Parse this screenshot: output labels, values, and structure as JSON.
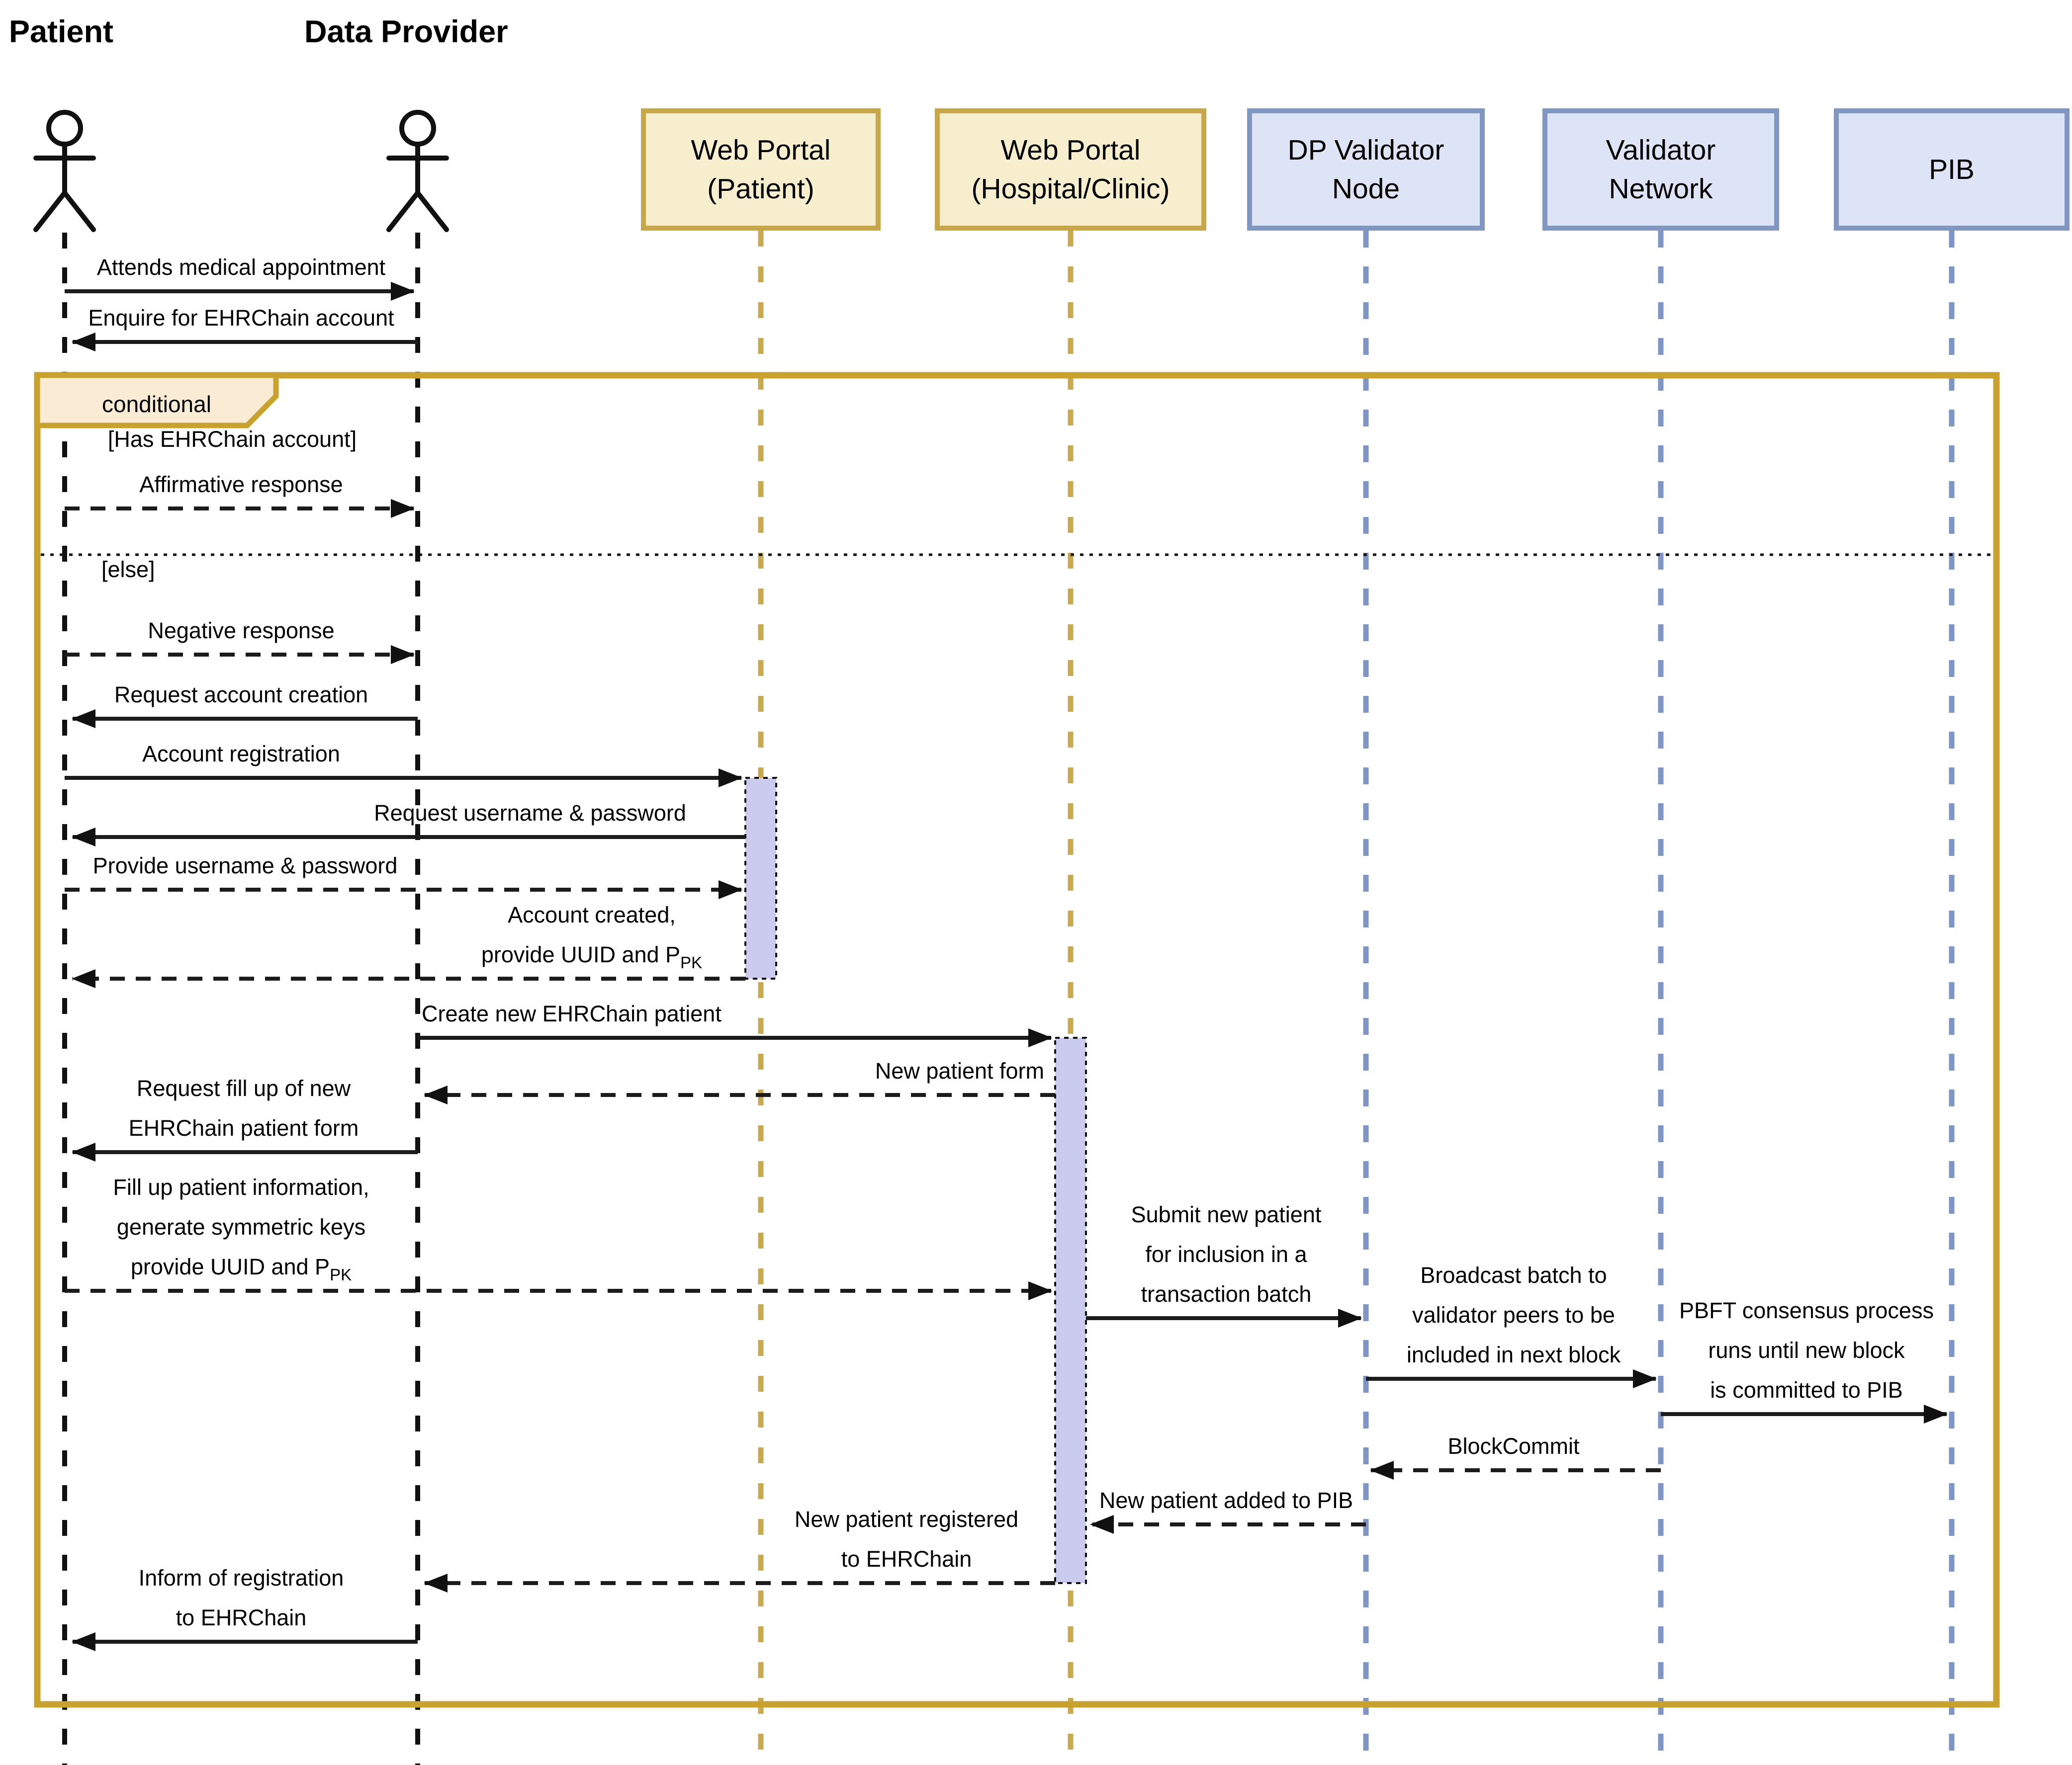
{
  "diagram": {
    "actors": [
      {
        "id": "patient",
        "label": "Patient"
      },
      {
        "id": "data-provider",
        "label": "Data Provider"
      }
    ],
    "participants": [
      {
        "id": "web-portal-patient",
        "line1": "Web Portal",
        "line2": "(Patient)"
      },
      {
        "id": "web-portal-hospital",
        "line1": "Web Portal",
        "line2": "(Hospital/Clinic)"
      },
      {
        "id": "dp-validator-node",
        "line1": "DP Validator",
        "line2": "Node"
      },
      {
        "id": "validator-network",
        "line1": "Validator",
        "line2": "Network"
      },
      {
        "id": "pib",
        "line1": "PIB"
      }
    ],
    "fragment": {
      "operator": "conditional",
      "guard_if": "[Has EHRChain account]",
      "guard_else": "[else]"
    },
    "messages": {
      "attends": {
        "l1": "Attends medical appointment",
        "style": "solid",
        "from": "patient",
        "to": "data-provider"
      },
      "enquire": {
        "l1": "Enquire for EHRChain account",
        "style": "solid",
        "from": "data-provider",
        "to": "patient"
      },
      "affirmative": {
        "l1": "Affirmative response",
        "style": "dashed",
        "from": "patient",
        "to": "data-provider"
      },
      "negative": {
        "l1": "Negative response",
        "style": "dashed",
        "from": "patient",
        "to": "data-provider"
      },
      "request_account": {
        "l1": "Request account creation",
        "style": "solid",
        "from": "data-provider",
        "to": "patient"
      },
      "account_registration": {
        "l1": "Account registration",
        "style": "solid",
        "from": "patient",
        "to": "web-portal-patient"
      },
      "request_credentials": {
        "l1": "Request username & password",
        "style": "solid",
        "from": "web-portal-patient",
        "to": "patient"
      },
      "provide_credentials": {
        "l1": "Provide username & password",
        "style": "dashed",
        "from": "patient",
        "to": "web-portal-patient"
      },
      "account_created": {
        "l1": "Account created,",
        "l2main": "provide UUID and P",
        "l2sub": "PK",
        "style": "dashed",
        "from": "web-portal-patient",
        "to": "patient"
      },
      "create_patient": {
        "l1": "Create new EHRChain patient",
        "style": "solid",
        "from": "data-provider",
        "to": "web-portal-hospital"
      },
      "new_patient_form": {
        "l1": "New patient form",
        "style": "dashed",
        "from": "web-portal-hospital",
        "to": "data-provider"
      },
      "request_fill": {
        "l1": "Request fill up of new",
        "l2": "EHRChain patient form",
        "style": "solid",
        "from": "data-provider",
        "to": "patient"
      },
      "fill_up": {
        "l1": "Fill up patient information,",
        "l2": "generate symmetric keys",
        "l3main": "provide UUID and P",
        "l3sub": "PK",
        "style": "dashed",
        "from": "patient",
        "to": "web-portal-hospital"
      },
      "submit_patient": {
        "l1": "Submit new patient",
        "l2": "for inclusion in a",
        "l3": "transaction batch",
        "style": "solid",
        "from": "web-portal-hospital",
        "to": "dp-validator-node"
      },
      "broadcast": {
        "l1": "Broadcast batch to",
        "l2": "validator peers to be",
        "l3": "included in next block",
        "style": "solid",
        "from": "dp-validator-node",
        "to": "validator-network"
      },
      "pbft": {
        "l1": "PBFT consensus process",
        "l2": "runs until new block",
        "l3": "is committed to PIB",
        "style": "solid",
        "from": "validator-network",
        "to": "pib"
      },
      "block_commit": {
        "l1": "BlockCommit",
        "style": "dashed",
        "from": "validator-network",
        "to": "dp-validator-node"
      },
      "patient_added": {
        "l1": "New patient added to PIB",
        "style": "dashed",
        "from": "dp-validator-node",
        "to": "web-portal-hospital"
      },
      "patient_registered": {
        "l1": "New patient registered",
        "l2": "to EHRChain",
        "style": "dashed",
        "from": "web-portal-hospital",
        "to": "data-provider"
      },
      "inform": {
        "l1": "Inform of registration",
        "l2": "to EHRChain",
        "style": "solid",
        "from": "data-provider",
        "to": "patient"
      }
    }
  },
  "colors": {
    "frame_border": "#c8a22c",
    "fragment_label_fill": "#faecd4",
    "portal_box_fill": "#f7eecd",
    "portal_box_border": "#c8a64a",
    "node_box_fill": "#dde4f5",
    "node_box_border": "#8296c2",
    "activation_fill": "#cbcbf0",
    "portal_lifeline": "#c9a94f",
    "node_lifeline": "#7e95c5",
    "actor_lifeline": "#111111"
  }
}
